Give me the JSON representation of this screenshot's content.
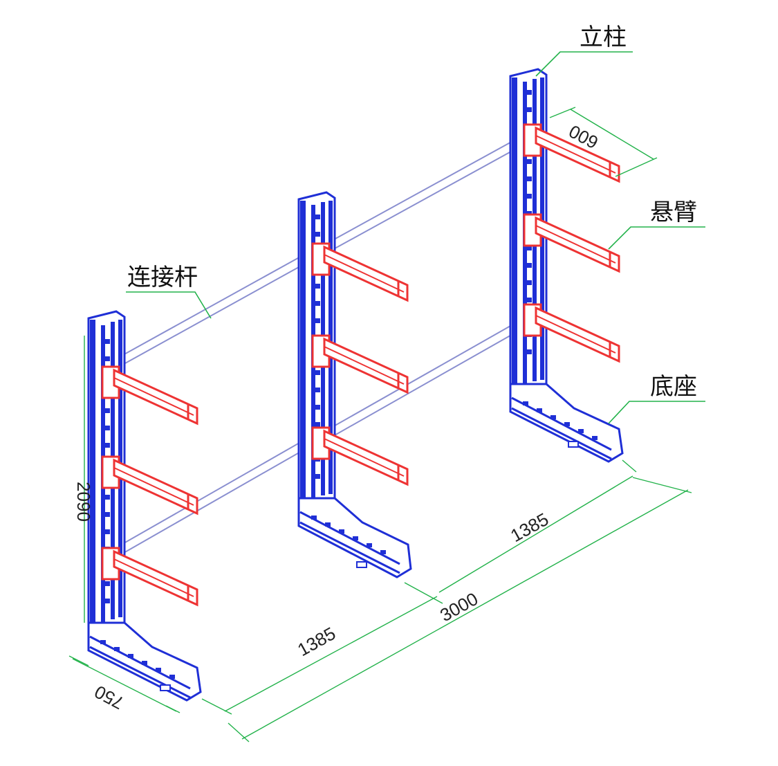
{
  "labels": {
    "column": "立柱",
    "arm": "悬臂",
    "connecting_rod": "连接杆",
    "base": "底座"
  },
  "dimensions": {
    "height": "2090",
    "arm_length": "600",
    "base_depth": "750",
    "bay_left": "1385",
    "bay_right": "1385",
    "total_length": "3000"
  },
  "colors": {
    "column": "#1f2fd6",
    "arm": "#ee3333",
    "rod": "#8a8fd0",
    "dimension": "#22b24a",
    "text": "#111111"
  }
}
